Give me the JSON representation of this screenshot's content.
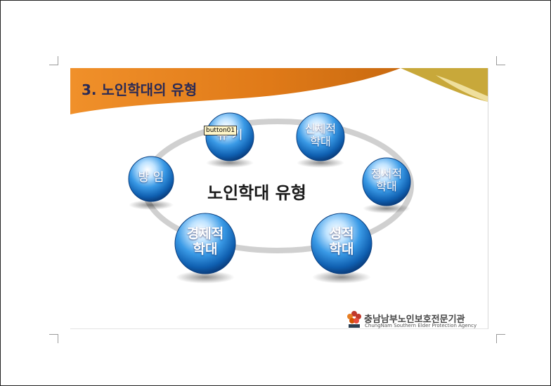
{
  "slide": {
    "title": "3. 노인학대의 유형",
    "center_label": "노인학대 유형",
    "debug_tag": "button01",
    "bubbles": [
      {
        "label": "유  기"
      },
      {
        "label": "신체적\n학대"
      },
      {
        "label": "정서적\n학대"
      },
      {
        "label": "성적\n학대"
      },
      {
        "label": "경제적\n학대"
      },
      {
        "label": "방 임"
      }
    ],
    "logo": {
      "name_ko": "충남남부노인보호전문기관",
      "name_en": "ChungNam Southern Elder Protection Agency"
    }
  },
  "colors": {
    "banner_orange": "#e07f20",
    "accent_gold": "#c8a83a",
    "bubble_blue": "#1e7fd0",
    "ring_gray": "#c8c8c8"
  }
}
